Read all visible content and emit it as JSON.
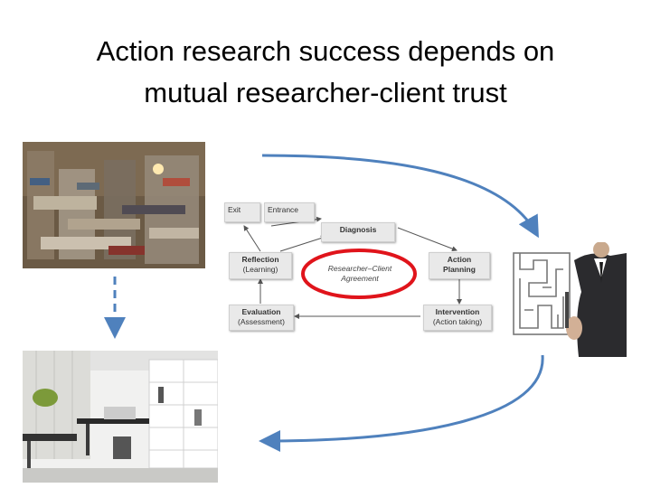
{
  "slide": {
    "title_line1": "Action research success depends on",
    "title_line2": "mutual researcher-client trust"
  },
  "diagram": {
    "exit": "Exit",
    "entrance": "Entrance",
    "diagnosis": "Diagnosis",
    "reflection": "Reflection",
    "reflection_sub": "(Learning)",
    "action_planning_1": "Action",
    "action_planning_2": "Planning",
    "evaluation": "Evaluation",
    "evaluation_sub": "(Assessment)",
    "intervention": "Intervention",
    "intervention_sub": "(Action taking)",
    "center_1": "Researcher–Client",
    "center_2": "Agreement"
  },
  "colors": {
    "arrow_blue": "#4f81bd",
    "highlight_red": "#e0141b"
  },
  "images": {
    "top_left": "cluttered-room-photo",
    "bottom_left": "tidy-office-photo",
    "right": "maze-drawing-businessman-photo"
  }
}
